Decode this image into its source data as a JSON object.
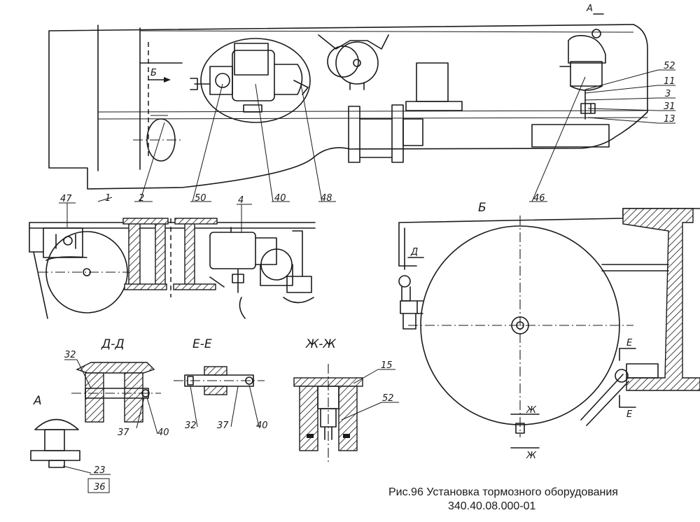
{
  "caption": {
    "line1": "Рис.96 Установка тормозного оборудования",
    "line2": "340.40.08.000-01"
  },
  "elevation": {
    "view_marker": "А",
    "arrow_label": "Б",
    "callouts": [
      "1",
      "2",
      "50",
      "40",
      "48",
      "46",
      "52",
      "11",
      "3",
      "31",
      "13"
    ]
  },
  "plan": {
    "callouts": [
      "47",
      "4"
    ]
  },
  "section_dd": {
    "title": "Д-Д",
    "callouts": [
      "32",
      "37",
      "40"
    ]
  },
  "section_ee": {
    "title": "Е-Е",
    "callouts": [
      "32",
      "37",
      "40"
    ]
  },
  "section_zz": {
    "title": "Ж-Ж",
    "callouts": [
      "15",
      "52"
    ]
  },
  "view_a": {
    "title": "А",
    "callouts": [
      "23",
      "36"
    ]
  },
  "view_b": {
    "title": "Б",
    "section_marks": [
      "Д",
      "Е",
      "Е",
      "Ж",
      "Ж"
    ]
  }
}
